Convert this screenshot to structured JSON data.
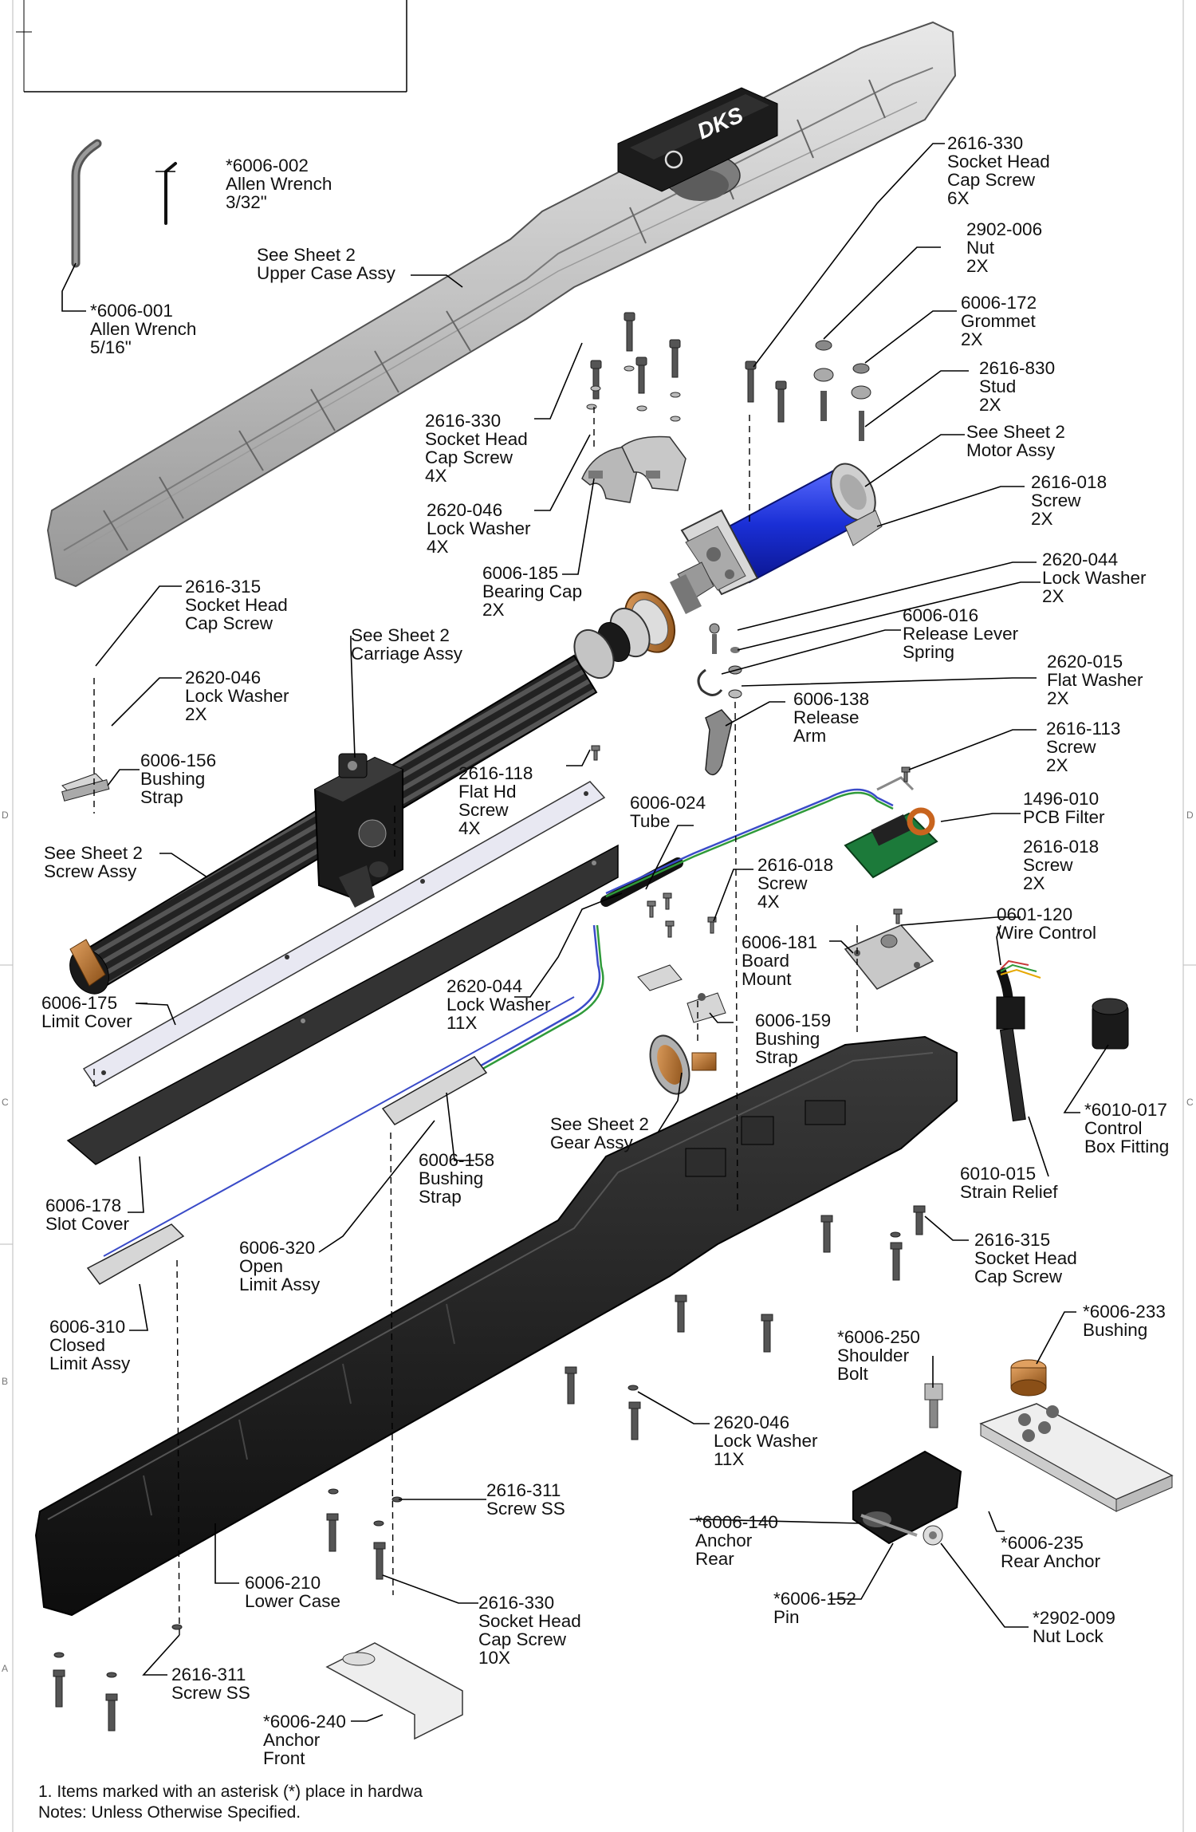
{
  "margin_marks": [
    "D",
    "C",
    "B",
    "A",
    "D",
    "C"
  ],
  "callouts": {
    "c6006_002": [
      "*6006-002",
      "Allen Wrench",
      "3/32\""
    ],
    "c6006_001": [
      "*6006-001",
      "Allen Wrench",
      "5/16\""
    ],
    "upper_case": [
      "See Sheet 2",
      "Upper Case Assy"
    ],
    "c2616_330_a": [
      "2616-330",
      "Socket Head",
      "Cap Screw",
      "6X"
    ],
    "c2902_006": [
      "2902-006",
      "Nut",
      "2X"
    ],
    "c6006_172": [
      "6006-172",
      "Grommet",
      "2X"
    ],
    "c2616_830": [
      "2616-830",
      "Stud",
      "2X"
    ],
    "motor_assy": [
      "See Sheet 2",
      "Motor Assy"
    ],
    "c2616_330_b": [
      "2616-330",
      "Socket Head",
      "Cap Screw",
      "4X"
    ],
    "c2620_046_a": [
      "2620-046",
      "Lock Washer",
      "4X"
    ],
    "c6006_185": [
      "6006-185",
      "Bearing Cap",
      "2X"
    ],
    "c2616_018_a": [
      "2616-018",
      "Screw",
      "2X"
    ],
    "c2620_044_a": [
      "2620-044",
      "Lock Washer",
      "2X"
    ],
    "c6006_016": [
      "6006-016",
      "Release Lever",
      "Spring"
    ],
    "c2620_015": [
      "2620-015",
      "Flat Washer",
      "2X"
    ],
    "c2616_315_a": [
      "2616-315",
      "Socket Head",
      "Cap Screw"
    ],
    "carriage_assy": [
      "See Sheet 2",
      "Carriage Assy"
    ],
    "c2620_046_b": [
      "2620-046",
      "Lock Washer",
      "2X"
    ],
    "c6006_138": [
      "6006-138",
      "Release",
      "Arm"
    ],
    "c2616_113": [
      "2616-113",
      "Screw",
      "2X"
    ],
    "c6006_156": [
      "6006-156",
      "Bushing",
      "Strap"
    ],
    "c2616_118": [
      "2616-118",
      "Flat Hd",
      "Screw",
      "4X"
    ],
    "c6006_024": [
      "6006-024",
      "Tube"
    ],
    "c1496_010": [
      "1496-010",
      "PCB Filter"
    ],
    "screw_assy": [
      "See Sheet 2",
      "Screw Assy"
    ],
    "c2616_018_b": [
      "2616-018",
      "Screw",
      "4X"
    ],
    "c2616_018_c": [
      "2616-018",
      "Screw",
      "2X"
    ],
    "c0601_120": [
      "0601-120",
      "Wire Control"
    ],
    "c6006_181": [
      "6006-181",
      "Board",
      "Mount"
    ],
    "c6006_175": [
      "6006-175",
      "Limit Cover"
    ],
    "c2620_044_b": [
      "2620-044",
      "Lock Washer",
      "11X"
    ],
    "c6006_159": [
      "6006-159",
      "Bushing",
      "Strap"
    ],
    "c6010_017": [
      "*6010-017",
      "Control",
      "Box Fitting"
    ],
    "gear_assy": [
      "See Sheet 2",
      "Gear Assy"
    ],
    "c6006_158": [
      "6006-158",
      "Bushing",
      "Strap"
    ],
    "c6010_015": [
      "6010-015",
      "Strain Relief"
    ],
    "c6006_178": [
      "6006-178",
      "Slot Cover"
    ],
    "c6006_320": [
      "6006-320",
      "Open",
      "Limit Assy"
    ],
    "c2616_315_b": [
      "2616-315",
      "Socket Head",
      "Cap Screw"
    ],
    "c6006_310": [
      "6006-310",
      "Closed",
      "Limit Assy"
    ],
    "c6006_233": [
      "*6006-233",
      "Bushing"
    ],
    "c6006_250": [
      "*6006-250",
      "Shoulder",
      "Bolt"
    ],
    "c2620_046_c": [
      "2620-046",
      "Lock Washer",
      "11X"
    ],
    "c2616_311_a": [
      "2616-311",
      "Screw SS"
    ],
    "c6006_140": [
      "*6006-140",
      "Anchor",
      "Rear"
    ],
    "c6006_235": [
      "*6006-235",
      "Rear Anchor"
    ],
    "c6006_210": [
      "6006-210",
      "Lower Case"
    ],
    "c2616_330_c": [
      "2616-330",
      "Socket Head",
      "Cap Screw",
      "10X"
    ],
    "c6006_152": [
      "*6006-152",
      "Pin"
    ],
    "c2902_009": [
      "*2902-009",
      "Nut Lock"
    ],
    "c2616_311_b": [
      "2616-311",
      "Screw SS"
    ],
    "c6006_240": [
      "*6006-240",
      "Anchor",
      "Front"
    ]
  },
  "logo_text": "DKS",
  "notes": {
    "line1": "1. Items marked with an asterisk (*) place in hardwa",
    "line2": "Notes: Unless Otherwise Specified."
  },
  "colors": {
    "motor_blue": "#1a2fd6",
    "bronze": "#b8742a",
    "case_black": "#1b1b1b",
    "pcb_green": "#1c7a3a",
    "wire_blue": "#3a4bc8",
    "wire_green": "#2f9a3a",
    "upper_case_fill": "#c9c9c9"
  }
}
